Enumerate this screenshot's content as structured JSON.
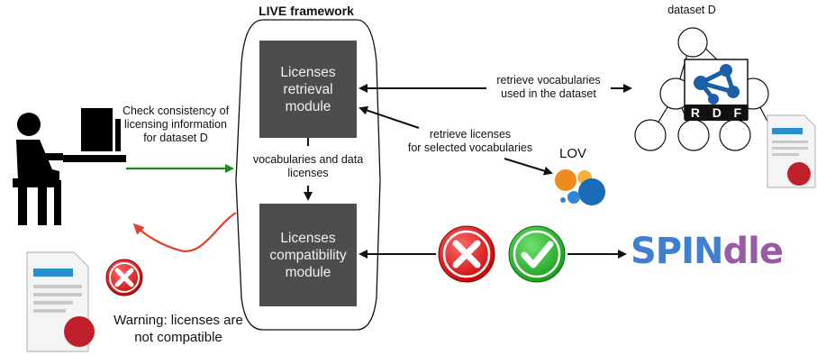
{
  "framework": {
    "title": "LIVE framework",
    "retrieval_module": "Licenses\nretrieval\nmodule",
    "compat_module": "Licenses\ncompatibility\nmodule",
    "middle_label": "vocabularies and data\nlicenses"
  },
  "labels": {
    "check": "Check consistency of\nlicensing information\nfor dataset D",
    "retrieve_vocab": "retrieve vocabularies\nused in the dataset",
    "retrieve_licenses": "retrieve licenses\nfor selected vocabularies",
    "dataset": "dataset D",
    "lov": "LOV",
    "rdf_letters": [
      "R",
      "D",
      "F"
    ],
    "warning": "Warning: licenses are\nnot compatible"
  },
  "spindle": {
    "part1": "SPIN",
    "part2": "dle"
  },
  "colors": {
    "green": "#1e8a1e",
    "red": "#e6402a",
    "module": "#4d4d4d",
    "rdf_blue": "#1c5fa8"
  },
  "icons": [
    "user-at-computer-icon",
    "license-document-icon",
    "error-x-icon",
    "check-icon",
    "rdf-logo-icon",
    "lov-logo-icon"
  ]
}
